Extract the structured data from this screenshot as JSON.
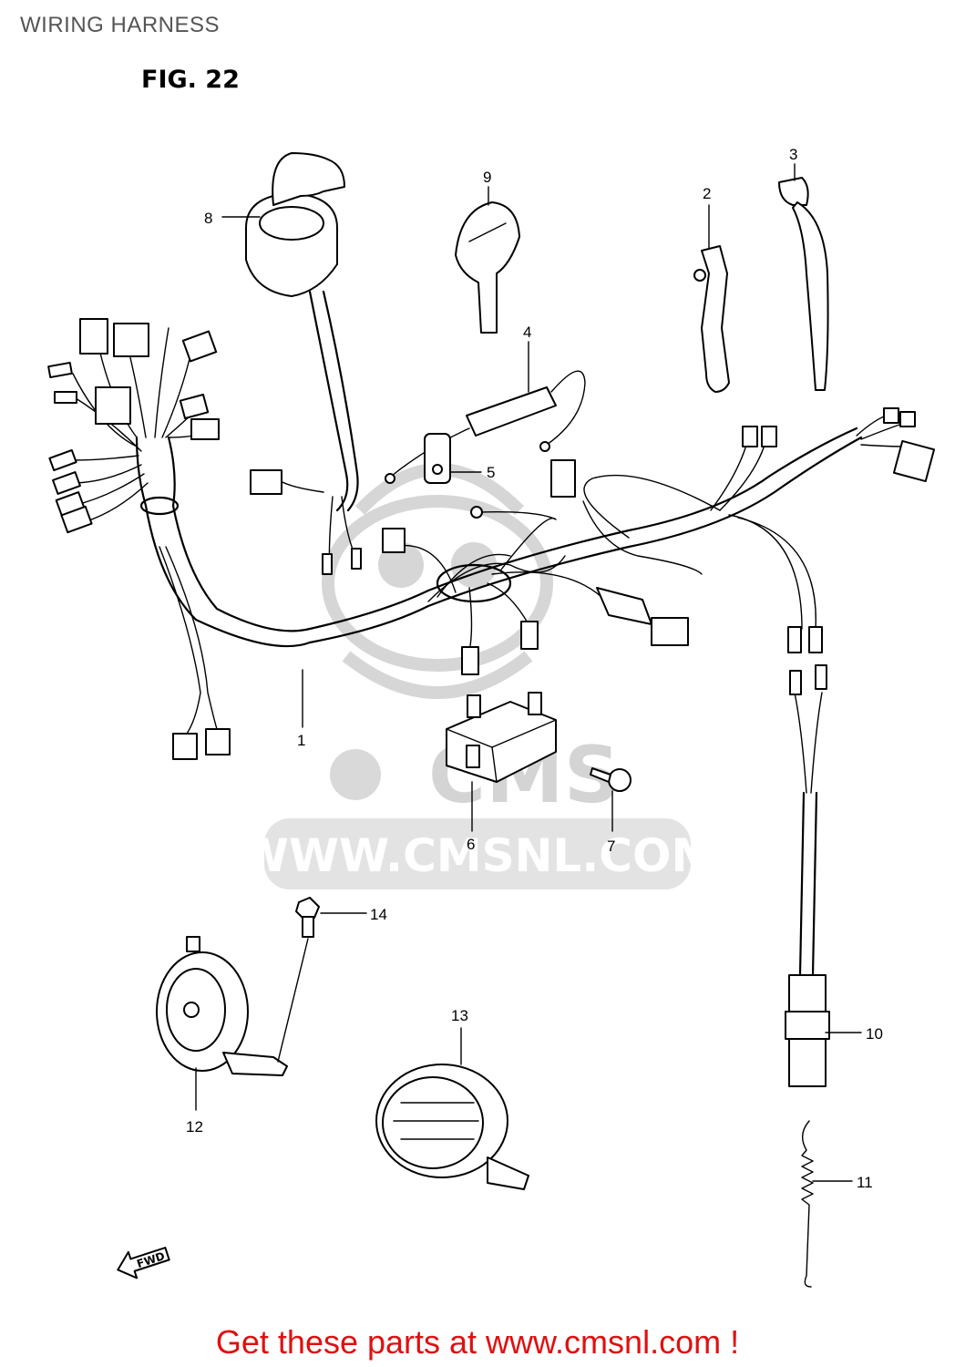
{
  "page_title": "WIRING HARNESS",
  "figure_label": "FIG. 22",
  "watermark": {
    "brand": "CMS",
    "url": "WWW.CMSNL.COM"
  },
  "direction_marker": "FWD",
  "callouts": [
    {
      "id": "1",
      "part": "wiring-harness"
    },
    {
      "id": "2",
      "part": "wire-clamp"
    },
    {
      "id": "3",
      "part": "cable-tie"
    },
    {
      "id": "4",
      "part": "fuse-holder"
    },
    {
      "id": "5",
      "part": "fuse-holder-bracket"
    },
    {
      "id": "6",
      "part": "rectifier"
    },
    {
      "id": "7",
      "part": "rectifier-screw"
    },
    {
      "id": "8",
      "part": "ignition-switch"
    },
    {
      "id": "9",
      "part": "ignition-key"
    },
    {
      "id": "10",
      "part": "brake-light-switch"
    },
    {
      "id": "11",
      "part": "brake-switch-spring"
    },
    {
      "id": "12",
      "part": "horn"
    },
    {
      "id": "13",
      "part": "horn-cover"
    },
    {
      "id": "14",
      "part": "horn-bolt"
    }
  ],
  "footer": {
    "link_text": "Get these parts at www.cmsnl.com !"
  },
  "colors": {
    "title_gray": "#555555",
    "watermark_gray": "#d4d4d4",
    "footer_red": "#e01010",
    "line_black": "#000000"
  }
}
